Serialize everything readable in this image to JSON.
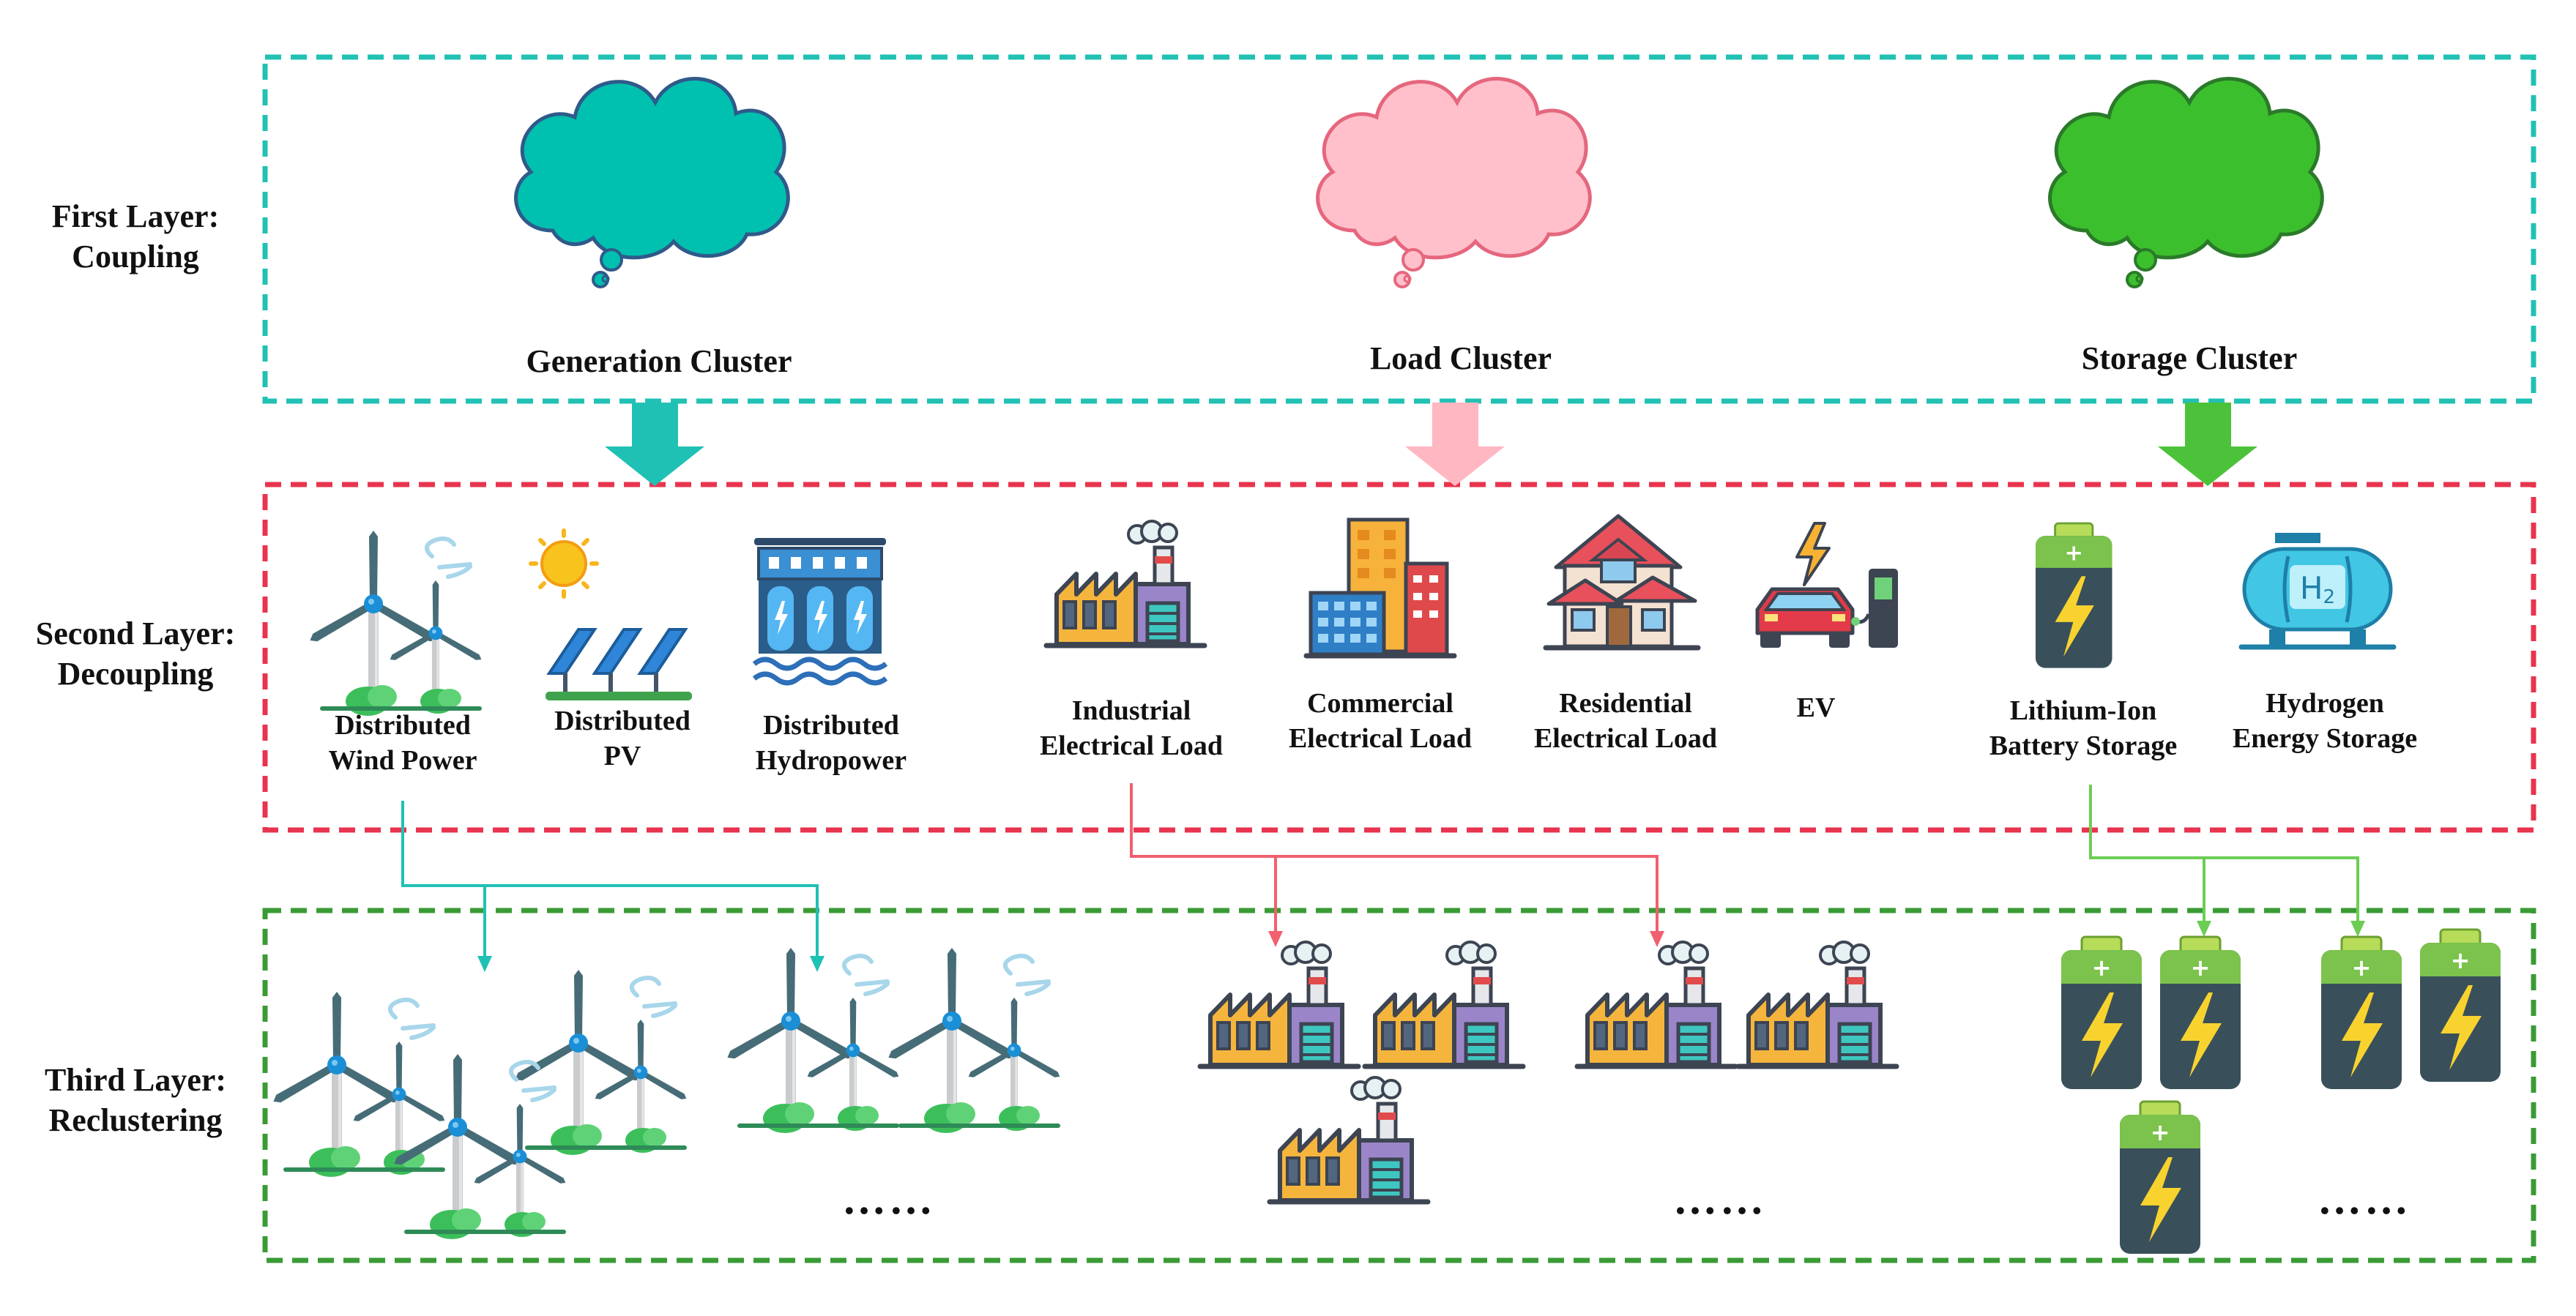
{
  "layers": {
    "first": {
      "title": "First Layer:",
      "subtitle": "Coupling",
      "color": "#21c1b4"
    },
    "second": {
      "title": "Second Layer:",
      "subtitle": "Decoupling",
      "color": "#e8344e"
    },
    "third": {
      "title": "Third Layer:",
      "subtitle": "Reclustering",
      "color": "#3a9b35"
    }
  },
  "clusters": {
    "generation": {
      "label": "Generation Cluster",
      "color": "#00c0b0"
    },
    "load": {
      "label": "Load Cluster",
      "color": "#ffc0cb"
    },
    "storage": {
      "label": "Storage Cluster",
      "color": "#3cbf2c"
    }
  },
  "items": {
    "wind": {
      "line1": "Distributed",
      "line2": "Wind Power",
      "icon": "wind-turbine-icon"
    },
    "pv": {
      "line1": "Distributed",
      "line2": "PV",
      "icon": "solar-panel-icon"
    },
    "hydro": {
      "line1": "Distributed",
      "line2": "Hydropower",
      "icon": "hydropower-dam-icon"
    },
    "industrial": {
      "line1": "Industrial",
      "line2": "Electrical Load",
      "icon": "factory-icon"
    },
    "commercial": {
      "line1": "Commercial",
      "line2": "Electrical Load",
      "icon": "office-building-icon"
    },
    "residential": {
      "line1": "Residential",
      "line2": "Electrical Load",
      "icon": "house-icon"
    },
    "ev": {
      "line1": "EV",
      "icon": "electric-car-icon"
    },
    "lithium": {
      "line1": "Lithium-Ion",
      "line2": "Battery Storage",
      "icon": "battery-icon"
    },
    "hydrogen": {
      "line1": "Hydrogen",
      "line2": "Energy Storage",
      "icon": "hydrogen-tank-icon"
    }
  },
  "ellipsis": "……",
  "connector_colors": {
    "generation": "#1fc1b5",
    "load": "#f0606f",
    "storage": "#6ccd55"
  }
}
